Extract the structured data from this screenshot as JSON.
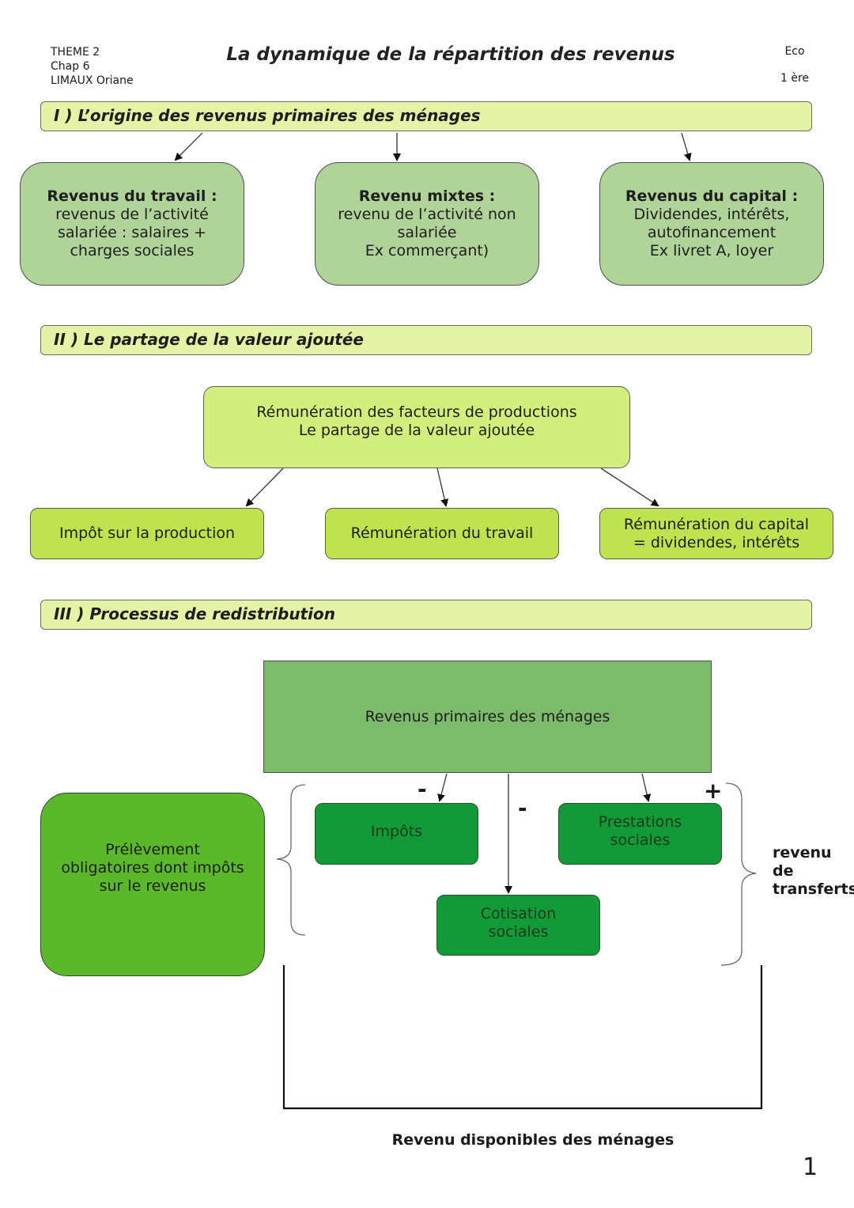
{
  "header": {
    "left_lines": [
      "THEME 2",
      "Chap 6",
      "LIMAUX Oriane"
    ],
    "title": "La dynamique de la répartition des revenus",
    "subject": "Eco",
    "level": "1 ère"
  },
  "section1": {
    "heading": "I ) L’origine des revenus primaires des ménages",
    "boxes": [
      {
        "title": "Revenus du travail :",
        "lines": [
          "revenus de l’activité",
          "salariée : salaires +",
          "charges sociales"
        ]
      },
      {
        "title": "Revenu mixtes :",
        "lines": [
          "revenu de l’activité non",
          "salariée",
          "Ex commerçant)"
        ]
      },
      {
        "title": "Revenus du capital :",
        "lines": [
          "Dividendes, intérêts,",
          "autofinancement",
          "Ex livret A, loyer"
        ]
      }
    ]
  },
  "section2": {
    "heading": "II ) Le partage de la valeur ajoutée",
    "main_lines": [
      "Rémunération des facteurs de productions",
      "Le partage de la valeur ajoutée"
    ],
    "boxes": [
      {
        "lines": [
          "Impôt sur la production"
        ]
      },
      {
        "lines": [
          "Rémunération du travail"
        ]
      },
      {
        "lines": [
          "Rémunération du capital",
          "= dividendes, intérêts"
        ]
      }
    ]
  },
  "section3": {
    "heading": "III ) Processus de redistribution",
    "primary": "Revenus primaires des ménages",
    "impots": "Impôts",
    "prestations_lines": [
      "Prestations",
      "sociales"
    ],
    "cotisation_lines": [
      "Cotisation",
      "sociales"
    ],
    "prelevement_lines": [
      "Prélèvement",
      "obligatoires dont impôts",
      "sur le revenus"
    ],
    "minus_sign": "-",
    "plus_sign": "+",
    "transfer_lines": [
      "revenu",
      "de",
      "transferts"
    ],
    "disposable": "Revenu disponibles des ménages"
  },
  "page_number": "1"
}
